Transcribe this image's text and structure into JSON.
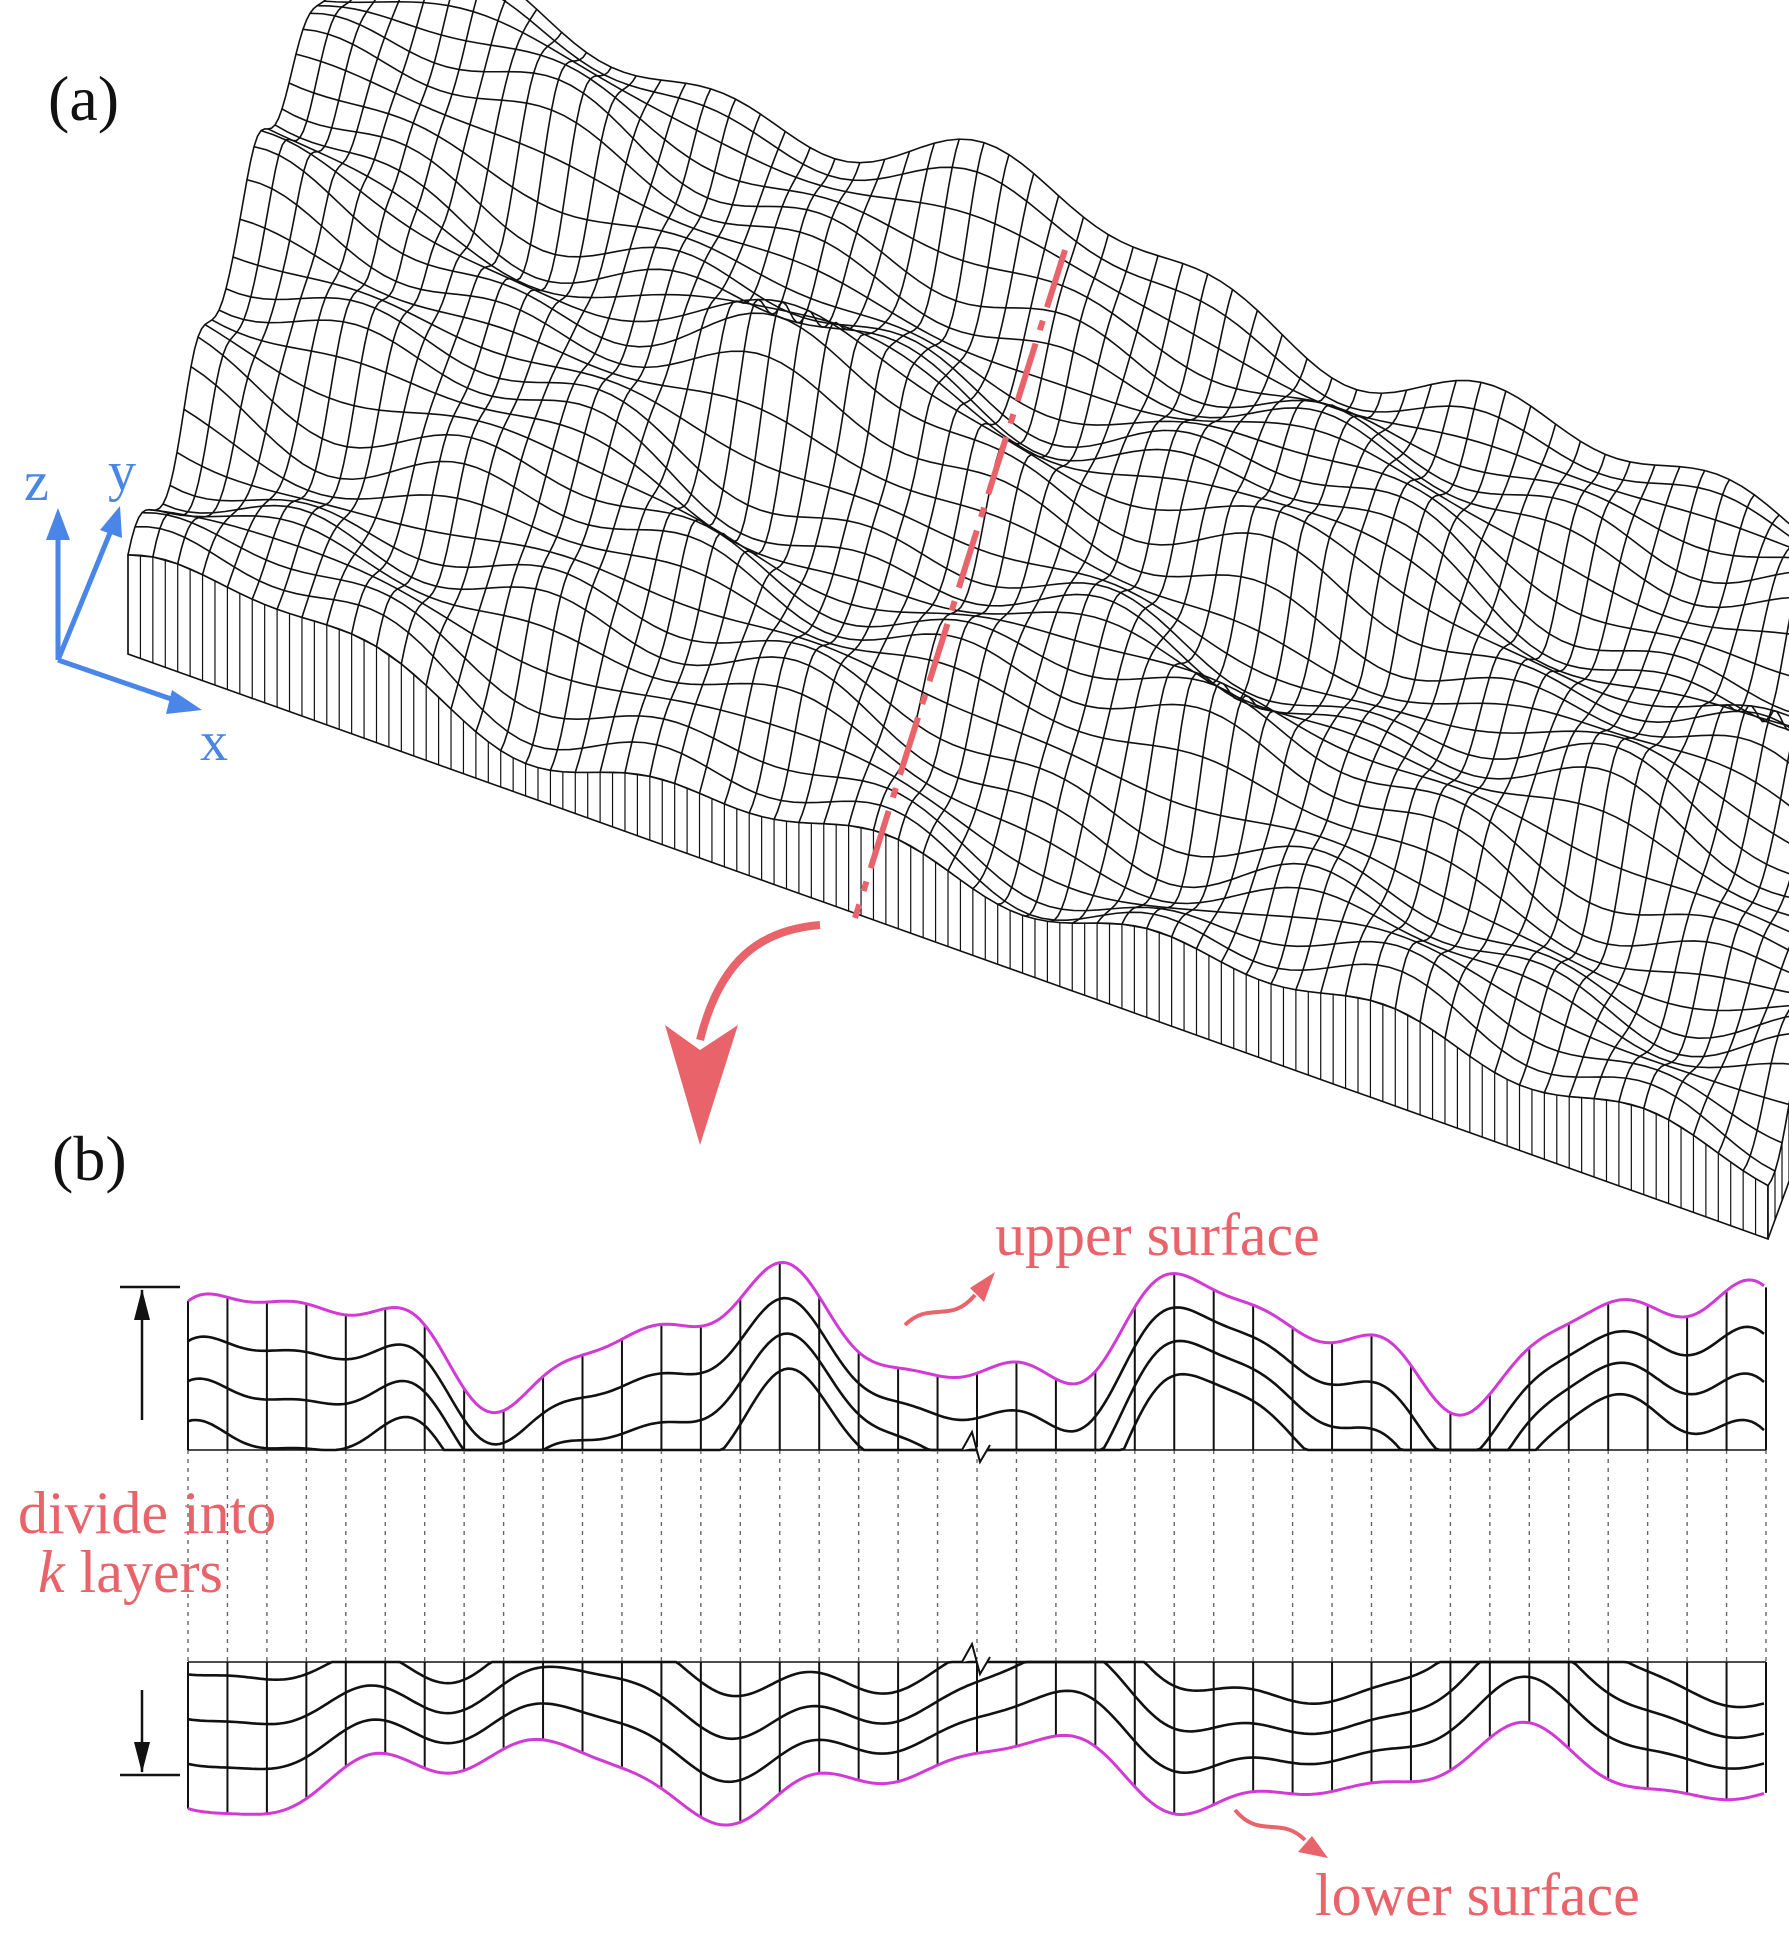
{
  "panels": {
    "a": {
      "label": "(a)"
    },
    "b": {
      "label": "(b)"
    }
  },
  "axes": {
    "x": "x",
    "y": "y",
    "z": "z"
  },
  "annotations": {
    "upper_surface": "upper surface",
    "lower_surface": "lower surface",
    "divide_line1": "divide into",
    "divide_k": "k",
    "divide_line2_rest": " layers"
  },
  "colors": {
    "accent_red": "#e8636a",
    "axis_blue": "#4a86e8",
    "surface_magenta": "#d23ad6",
    "line_black": "#111111"
  }
}
